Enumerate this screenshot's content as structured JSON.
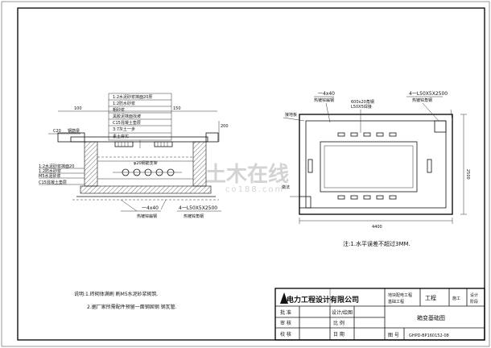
{
  "section": {
    "plaster_note": "1:2水泥砂浆抹面20厚",
    "layers": [
      "1:2防水砂浆",
      "粗砂浆",
      "黑胶泥抹面找坡",
      "C15混凝土垫层",
      "3:7灰土一步",
      "素土夯实"
    ],
    "pipe_left": "C20",
    "beam_left": "钢筋梁",
    "dim_top_left": "100",
    "dim_top_mid": "150",
    "dim_right": "200",
    "pipe_label": "φ20钢筋支架",
    "side_notes": [
      "1:2水泥砂浆抹面20",
      "1:2防水砂浆",
      "M5水泥砂浆",
      "C15混凝土垫层"
    ],
    "angle_left": "一4x40",
    "angle_left_sub": "热镀锌扁钢",
    "angle_right": "4一L50X5X2500",
    "angle_right_sub": "热镀锌角钢"
  },
  "plan": {
    "callout_left": "接地板",
    "callout_top1": "一4x40",
    "callout_top1_sub": "热镀锌扁钢",
    "callout_top2": "600x20角钢",
    "callout_top2_sub": "L50X5焊接",
    "callout_top3": "4一L50X5X2500",
    "callout_top3_sub": "热镀锌角钢",
    "callout_side": "做法",
    "dim_width": "4400",
    "dim_height": "2500",
    "note": "注:1.水平误差不超过3MM."
  },
  "notes": {
    "line1": "说明:1.砖砌体满刷  刷M5水泥砂浆砌筑.",
    "line2": "2.据厂家所需配件预留一面钢固钢  钢瓦管."
  },
  "title_block": {
    "company": "电力工程设计有限公司",
    "project_small_1": "地块配电工程",
    "project_small_2": "基础工程",
    "label_engineering": "工程",
    "stage_1": "施工",
    "stage_2": "设计",
    "stage_3": "阶段",
    "row_approve": "批  准",
    "row_review": "审  核",
    "row_check": "校  核",
    "col_design": "设计/绘图",
    "col_scale": "比  例",
    "col_date": "日  期",
    "drawing_name": "箱变基础图",
    "label_drawing_no": "图  号",
    "drawing_no": "GHPD-BP160152-08"
  },
  "watermark": {
    "main": "土木在线",
    "sub": "co188.com"
  }
}
